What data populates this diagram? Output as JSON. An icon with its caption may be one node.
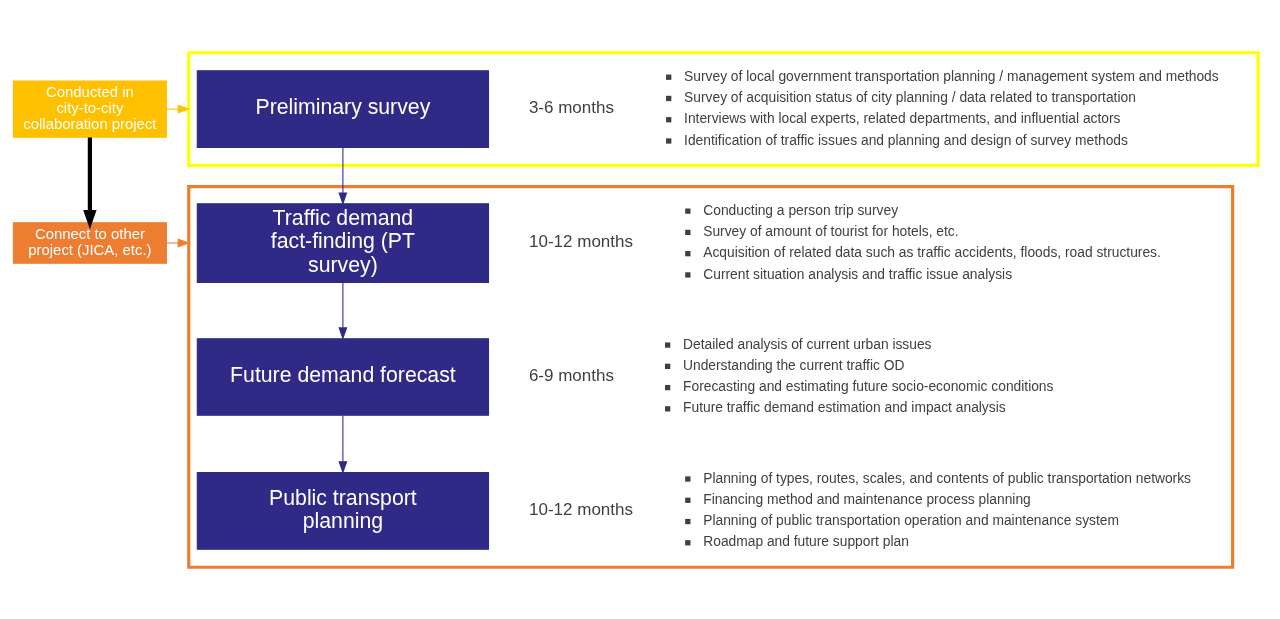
{
  "diagram": {
    "nodes": [
      {
        "text": [
          "Conducted in city-to-city collaboration project"
        ]
      },
      {
        "text": [],
        "shape": "box"
      },
      {
        "text": [
          "Preliminary survey"
        ],
        "in": 1,
        "beside": [
          "3-6 months",
          "Survey of local government transportation planning / management system and methods",
          "Survey of acquisition status of city planning / data related to transportation",
          "Interviews with local experts, related departments, and influential actors",
          "Identification of traffic issues and planning and design of survey methods"
        ]
      },
      {
        "text": [
          "Connect to other project (JICA, etc.)"
        ]
      },
      {
        "text": [],
        "shape": "box"
      },
      {
        "text": [
          "Traffic demand fact-finding (PT survey)"
        ],
        "in": 4,
        "beside": [
          "10-12 months",
          "Conducting a person trip survey",
          "Survey of amount of tourist for hotels, etc.",
          "Acquisition of related data such as traffic accidents, floods, road structures.",
          "Current situation analysis and traffic issue analysis"
        ]
      },
      {
        "text": [
          "Future demand forecast"
        ],
        "in": 4,
        "beside": [
          "6-9 months",
          "Detailed analysis of current urban issues",
          "Understanding the current traffic OD",
          "Forecasting and estimating future socio-economic conditions",
          "Future traffic demand estimation and impact analysis"
        ]
      },
      {
        "text": [
          "Public transport planning"
        ],
        "in": 4,
        "beside": [
          "10-12 months",
          "Planning of types, routes, scales, and contents of public transportation networks",
          "Financing method and maintenance process planning",
          "Planning of public transportation operation and maintenance system",
          "Roadmap and future support plan"
        ]
      }
    ],
    "edges": [
      {
        "from": 0,
        "to": 1,
        "arrow": "to",
        "color": "#ffc000"
      },
      {
        "from": 0,
        "to": 3,
        "arrow": "to",
        "style": "thick",
        "color": "#000000"
      },
      {
        "from": 3,
        "to": 4,
        "arrow": "to",
        "color": "#ed7d31"
      },
      {
        "from": 2,
        "to": 5,
        "arrow": "to"
      },
      {
        "from": 5,
        "to": 6,
        "arrow": "to"
      },
      {
        "from": 6,
        "to": 7,
        "arrow": "to"
      }
    ]
  }
}
